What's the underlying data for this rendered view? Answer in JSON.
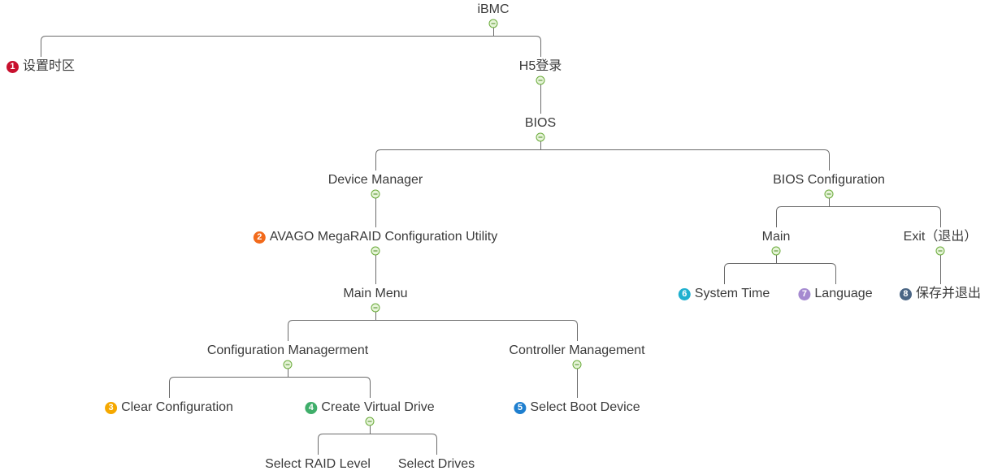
{
  "diagram": {
    "type": "mind-map-tree",
    "nodes": [
      {
        "id": "ibmc",
        "label": "iBMC",
        "parent": null,
        "collapsible": true
      },
      {
        "id": "tz",
        "label": "设置时区",
        "parent": "ibmc",
        "badge": "1",
        "badge_color": "#c8102e"
      },
      {
        "id": "h5",
        "label": "H5登录",
        "parent": "ibmc",
        "collapsible": true
      },
      {
        "id": "bios",
        "label": "BIOS",
        "parent": "h5",
        "collapsible": true
      },
      {
        "id": "devmgr",
        "label": "Device Manager",
        "parent": "bios",
        "collapsible": true
      },
      {
        "id": "avago",
        "label": "AVAGO MegaRAID Configuration Utility",
        "parent": "devmgr",
        "badge": "2",
        "badge_color": "#f26a1b",
        "collapsible": true
      },
      {
        "id": "mainmenu",
        "label": "Main Menu",
        "parent": "avago",
        "collapsible": true
      },
      {
        "id": "cfgmgmt",
        "label": "Configuration Managerment",
        "parent": "mainmenu",
        "collapsible": true
      },
      {
        "id": "clear",
        "label": "Clear Configuration",
        "parent": "cfgmgmt",
        "badge": "3",
        "badge_color": "#f5a800"
      },
      {
        "id": "createvd",
        "label": "Create Virtual Drive",
        "parent": "cfgmgmt",
        "badge": "4",
        "badge_color": "#3fae6a",
        "collapsible": true
      },
      {
        "id": "raidlvl",
        "label": "Select RAID Level",
        "parent": "createvd"
      },
      {
        "id": "drives",
        "label": "Select Drives",
        "parent": "createvd"
      },
      {
        "id": "ctrlmgmt",
        "label": "Controller Management",
        "parent": "mainmenu",
        "collapsible": true
      },
      {
        "id": "bootdev",
        "label": "Select Boot Device",
        "parent": "ctrlmgmt",
        "badge": "5",
        "badge_color": "#1e7fcf"
      },
      {
        "id": "bioscfg",
        "label": "BIOS Configuration",
        "parent": "bios",
        "collapsible": true
      },
      {
        "id": "main",
        "label": "Main",
        "parent": "bioscfg",
        "collapsible": true
      },
      {
        "id": "systime",
        "label": "System Time",
        "parent": "main",
        "badge": "6",
        "badge_color": "#1fb0cf"
      },
      {
        "id": "lang",
        "label": "Language",
        "parent": "main",
        "badge": "7",
        "badge_color": "#a58ad0"
      },
      {
        "id": "exit",
        "label": "Exit（退出）",
        "parent": "bioscfg",
        "collapsible": true
      },
      {
        "id": "saveexit",
        "label": "保存并退出",
        "parent": "exit",
        "badge": "8",
        "badge_color": "#4a6584"
      }
    ]
  },
  "colors": {
    "line": "#6b6b6b",
    "text": "#3b3b3b",
    "toggle_border": "#6aab3a",
    "toggle_fill": "#e6f4d8"
  }
}
